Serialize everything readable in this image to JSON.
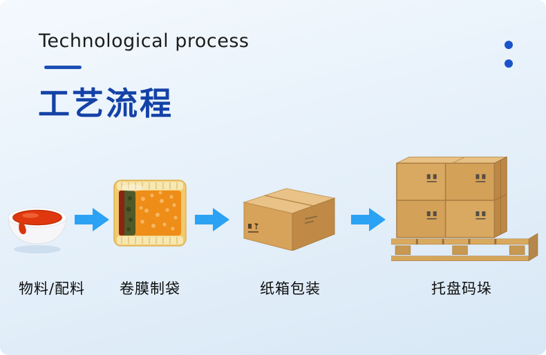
{
  "header": {
    "title_en": "Technological process",
    "title_zh": "工艺流程"
  },
  "steps": [
    {
      "label": "物料/配料",
      "icon": "sauce-bowl-icon"
    },
    {
      "label": "卷膜制袋",
      "icon": "film-pouch-icon"
    },
    {
      "label": "纸箱包装",
      "icon": "carton-box-icon"
    },
    {
      "label": "托盘码垛",
      "icon": "pallet-stack-icon"
    }
  ],
  "colors": {
    "title_blue": "#1442a7",
    "accent_blue": "#1c4fb5",
    "arrow_blue": "#2ba2f3",
    "bg_top": "#f4f9fe",
    "bg_bottom": "#d8e8f6"
  }
}
